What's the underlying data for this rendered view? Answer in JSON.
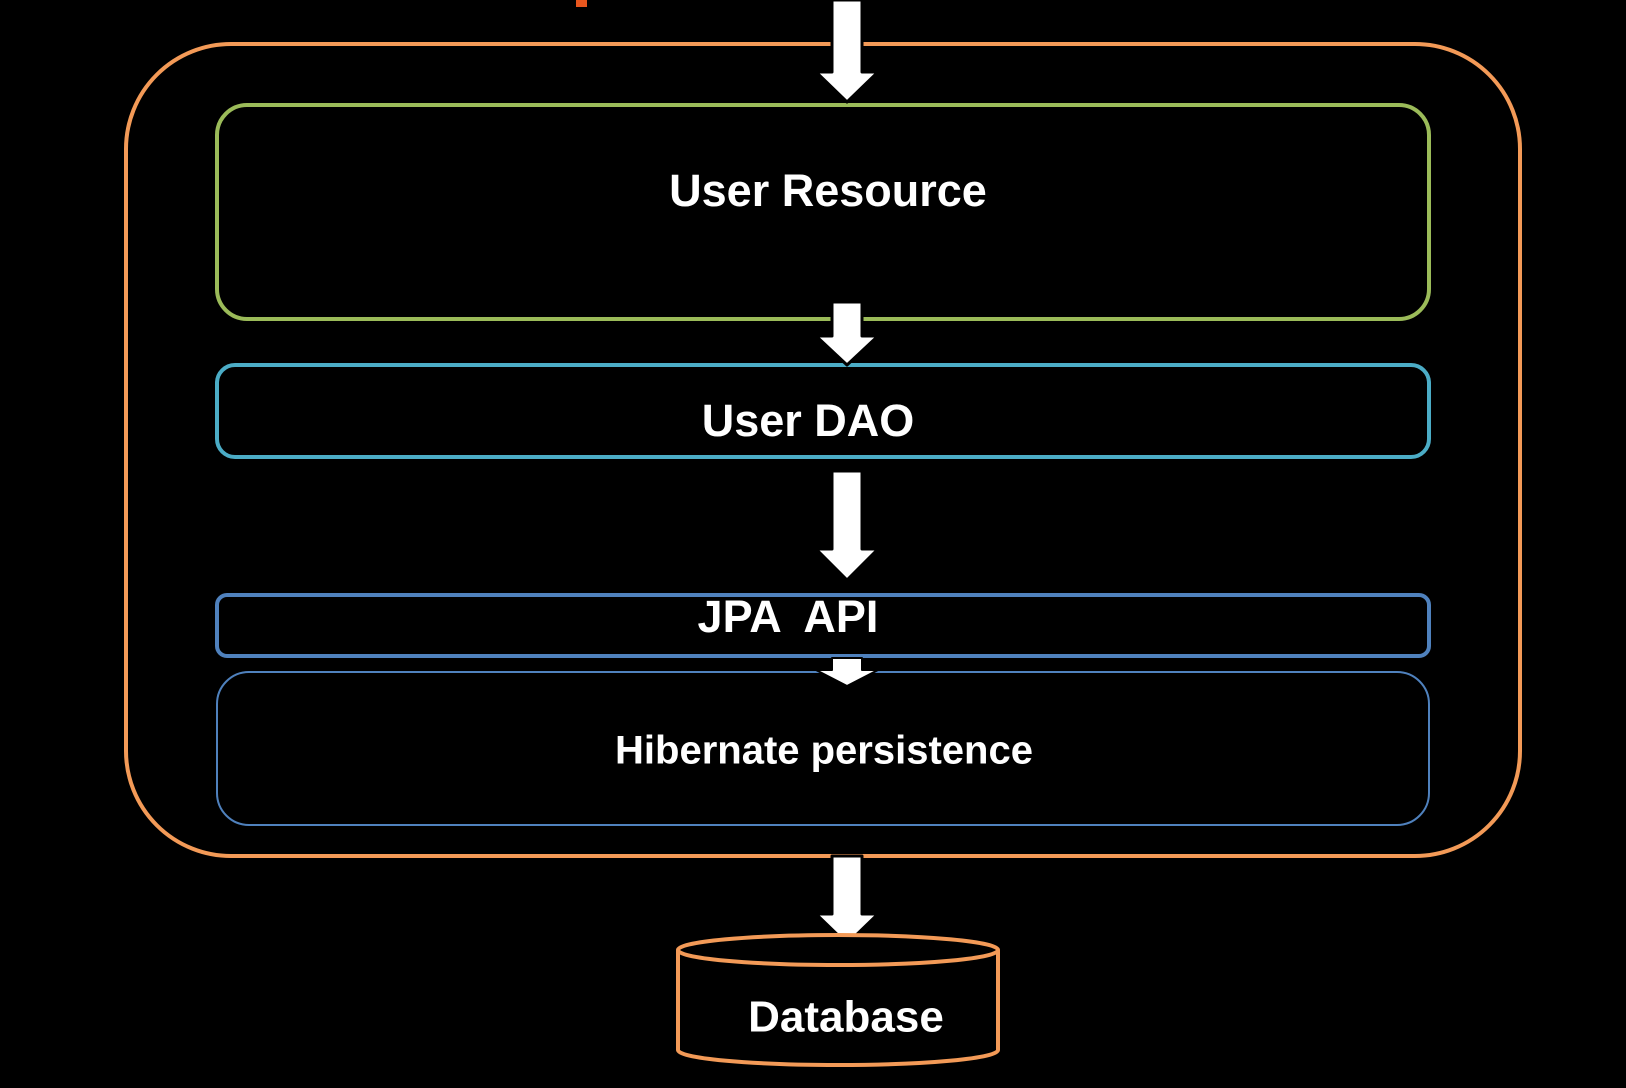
{
  "diagram": {
    "layers": {
      "user_resource": "User Resource",
      "user_dao": "User DAO",
      "jpa_api": "JPA  API",
      "hibernate": "Hibernate persistence"
    },
    "database": "Database"
  },
  "colors": {
    "background": "#000000",
    "container_border": "#f39a57",
    "user_resource_border": "#9bbb59",
    "user_dao_border": "#4bacc6",
    "jpa_api_border": "#4f81bd",
    "hibernate_border": "#4f81bd",
    "database_border": "#f39a57",
    "arrow": "#ffffff",
    "text": "#ffffff",
    "title_fragment": "#e8561e"
  }
}
